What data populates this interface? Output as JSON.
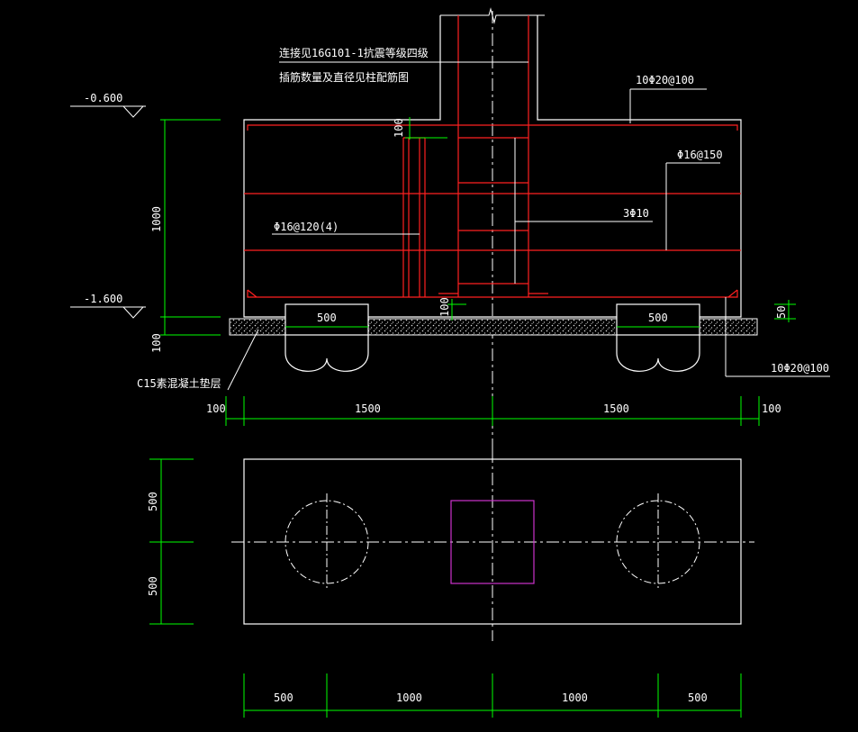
{
  "colors": {
    "background": "#000000",
    "outline": "#ffffff",
    "rebar": "#ff2020",
    "dimension": "#00ff00",
    "column_plan": "#cc33cc"
  },
  "section": {
    "elev_top": "-0.600",
    "elev_bottom": "-1.600",
    "depth_dim": "1000",
    "cushion_dim": "100",
    "cover_top_dim": "100",
    "embed_dim": "100",
    "right_gap_dim": "50",
    "pile_width_left": "500",
    "pile_width_right": "500",
    "note_connection_1": "连接见16G101-1抗震等级四级",
    "note_connection_2": "插筋数量及直径见柱配筋图",
    "rebar_top": "10Φ20@100",
    "rebar_side": "Φ16@150",
    "rebar_column_ties": "3Φ10",
    "rebar_stirrup": "Φ16@120(4)",
    "rebar_bottom": "10Φ20@100",
    "cushion_label": "C15素混凝土垫层"
  },
  "section_dims": {
    "left_edge": "100",
    "left_half": "1500",
    "right_half": "1500",
    "right_edge": "100"
  },
  "plan": {
    "height_top": "500",
    "height_bottom": "500",
    "dims": [
      "500",
      "1000",
      "1000",
      "500"
    ]
  }
}
